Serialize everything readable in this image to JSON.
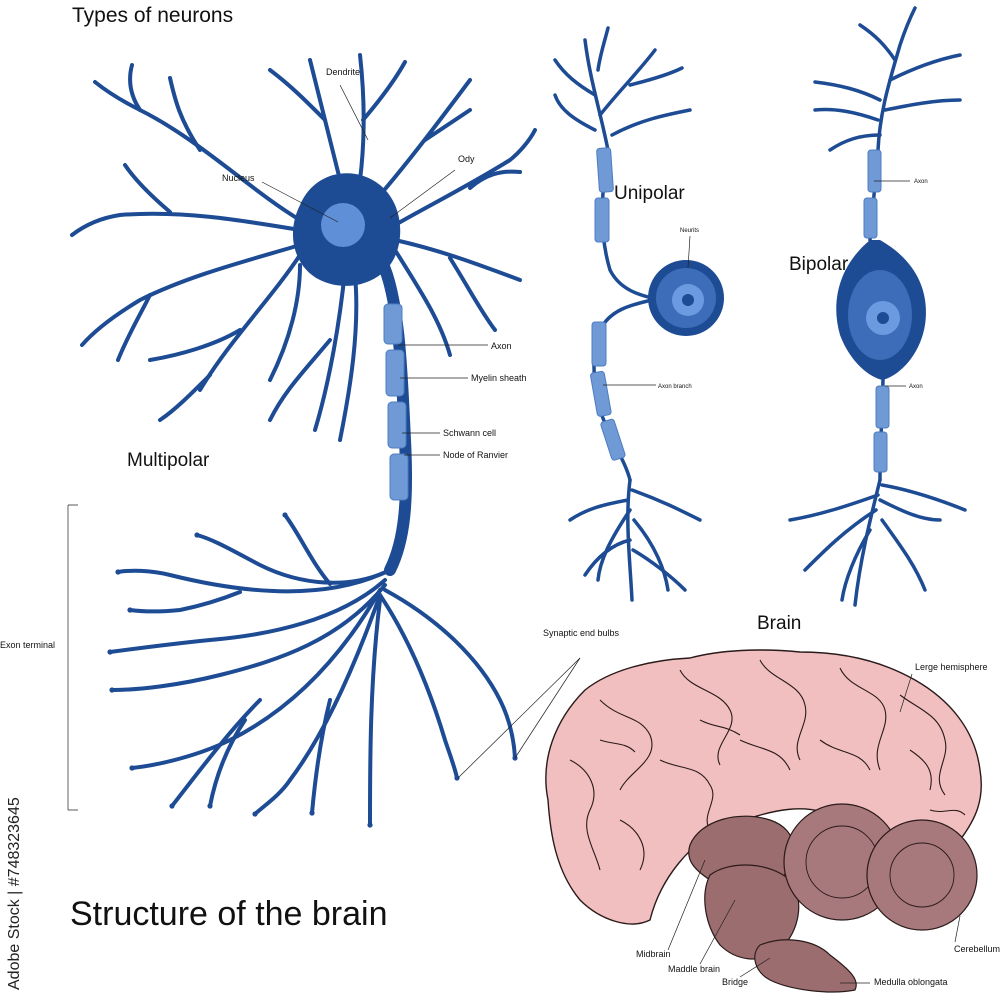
{
  "diagram": {
    "title": "Types of neurons",
    "bottom_title": "Structure of the brain",
    "watermark": "Adobe Stock | #748323645",
    "multipolar": {
      "name": "Multipolar",
      "labels": {
        "dendrite": "Dendrite",
        "nucleus": "Nucleus",
        "ody": "Ody",
        "axon": "Axon",
        "myelin_sheath": "Myelin sheath",
        "schwann_cell": "Schwann cell",
        "node_of_ranvier": "Node of Ranvier",
        "exon_terminal": "Exon terminal",
        "synaptic_end_bulbs": "Synaptic end bulbs"
      }
    },
    "unipolar": {
      "name": "Unipolar",
      "labels": {
        "neurits": "Neurits",
        "axon_branch": "Axon branch"
      }
    },
    "bipolar": {
      "name": "Bipolar",
      "labels": {
        "axon_top": "Axon",
        "axon_bottom": "Axon"
      }
    },
    "brain": {
      "name": "Brain",
      "labels": {
        "large_hemisphere": "Lerge hemisphere",
        "cerebellum": "Cerebellum",
        "midbrain": "Midbrain",
        "middle_brain": "Maddle brain",
        "bridge": "Bridge",
        "medulla": "Medulla oblongata"
      }
    },
    "colors": {
      "neuron": "#1d4b94",
      "myelin": "#6f9ad6",
      "brain": "#f1bfbf",
      "brainstem": "#9c6d6f"
    }
  }
}
